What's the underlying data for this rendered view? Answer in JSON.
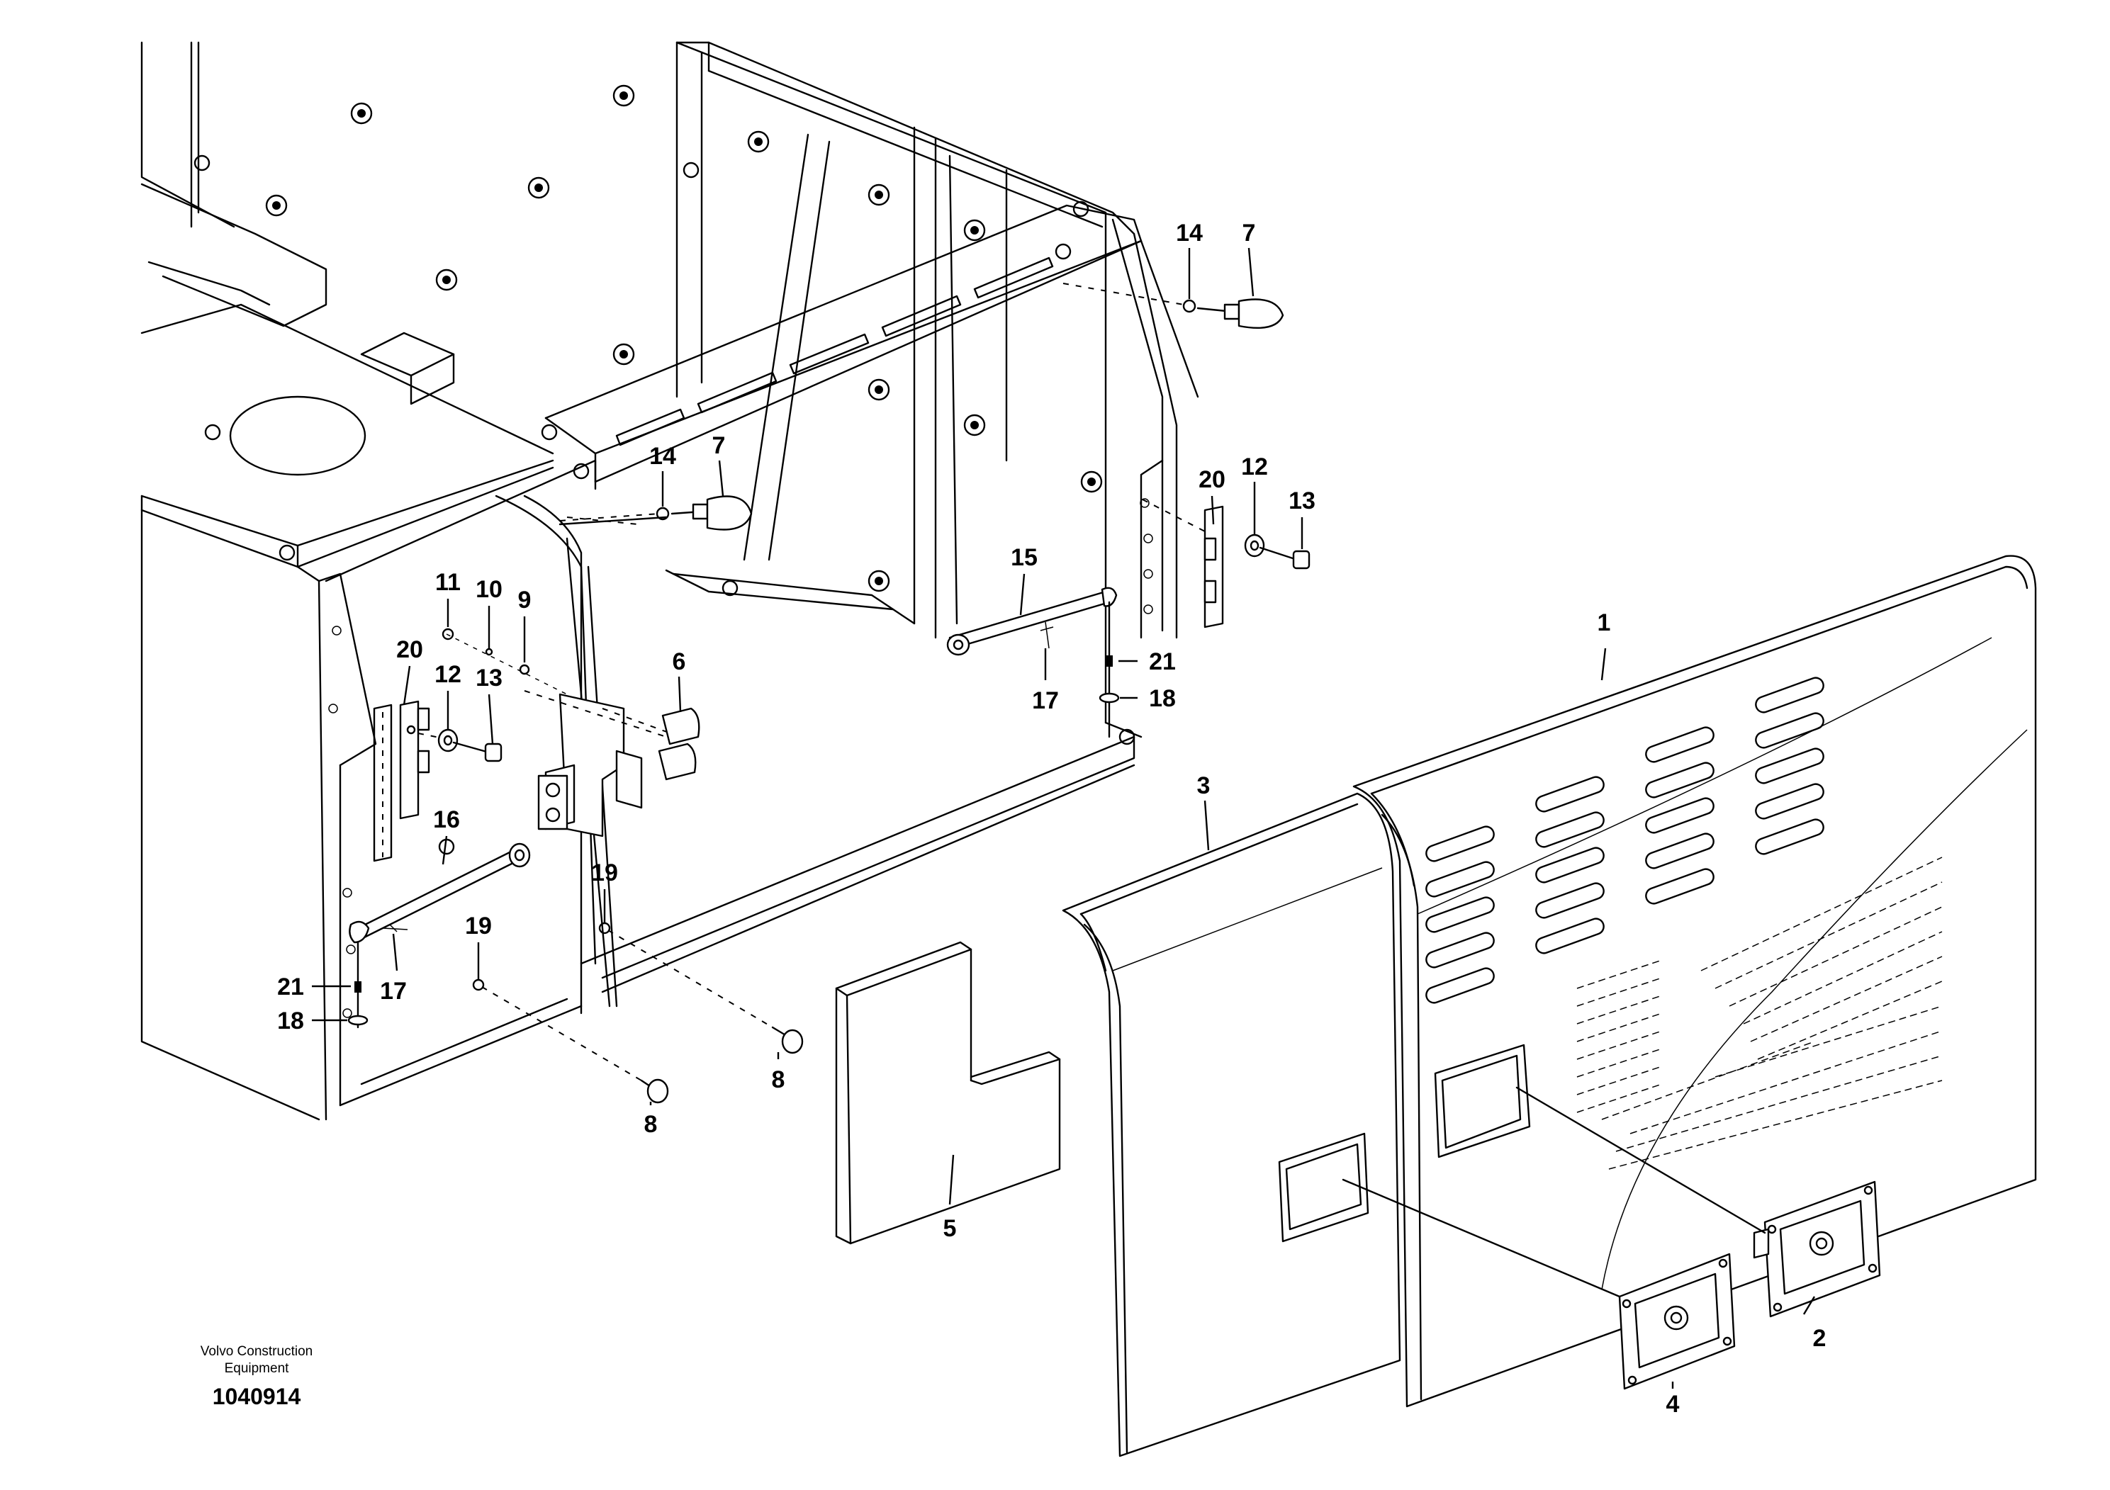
{
  "footer": {
    "company_line1": "Volvo Construction",
    "company_line2": "Equipment",
    "drawing_number": "1040914"
  },
  "callouts": [
    {
      "id": "c1",
      "label": "1"
    },
    {
      "id": "c2",
      "label": "2"
    },
    {
      "id": "c3",
      "label": "3"
    },
    {
      "id": "c4",
      "label": "4"
    },
    {
      "id": "c5",
      "label": "5"
    },
    {
      "id": "c6",
      "label": "6"
    },
    {
      "id": "c7a",
      "label": "7"
    },
    {
      "id": "c7b",
      "label": "7"
    },
    {
      "id": "c8a",
      "label": "8"
    },
    {
      "id": "c8b",
      "label": "8"
    },
    {
      "id": "c9",
      "label": "9"
    },
    {
      "id": "c10",
      "label": "10"
    },
    {
      "id": "c11",
      "label": "11"
    },
    {
      "id": "c12a",
      "label": "12"
    },
    {
      "id": "c12b",
      "label": "12"
    },
    {
      "id": "c13a",
      "label": "13"
    },
    {
      "id": "c13b",
      "label": "13"
    },
    {
      "id": "c14a",
      "label": "14"
    },
    {
      "id": "c14b",
      "label": "14"
    },
    {
      "id": "c15",
      "label": "15"
    },
    {
      "id": "c16",
      "label": "16"
    },
    {
      "id": "c17a",
      "label": "17"
    },
    {
      "id": "c17b",
      "label": "17"
    },
    {
      "id": "c18a",
      "label": "18"
    },
    {
      "id": "c18b",
      "label": "18"
    },
    {
      "id": "c19a",
      "label": "19"
    },
    {
      "id": "c19b",
      "label": "19"
    },
    {
      "id": "c20a",
      "label": "20"
    },
    {
      "id": "c20b",
      "label": "20"
    },
    {
      "id": "c21a",
      "label": "21"
    },
    {
      "id": "c21b",
      "label": "21"
    }
  ]
}
